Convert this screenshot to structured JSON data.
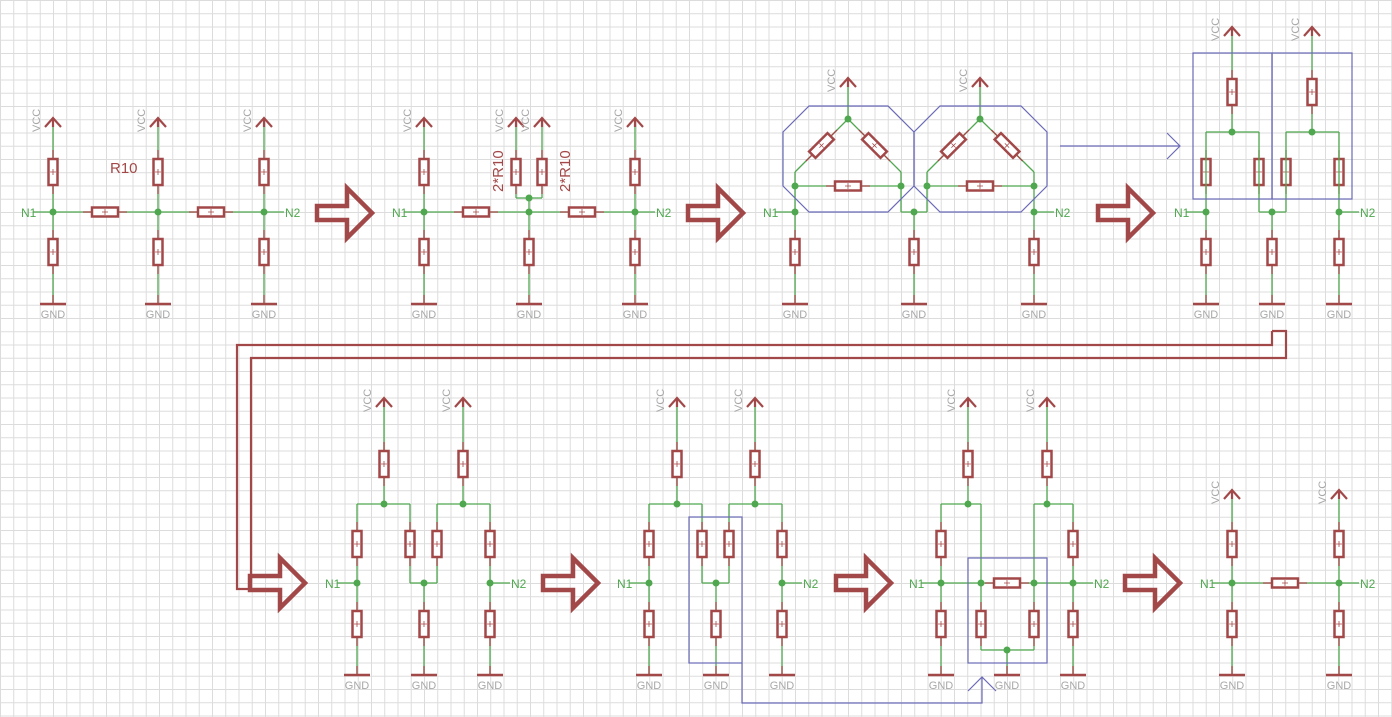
{
  "labels": {
    "vcc": "VCC",
    "gnd": "GND",
    "n1": "N1",
    "n2": "N2",
    "r10": "R10",
    "r10x2": "2*R10"
  },
  "colors": {
    "wire": "#4fa84f",
    "part": "#a34848",
    "frame": "#6a6ab8",
    "supply_text": "#a8a8a8"
  }
}
